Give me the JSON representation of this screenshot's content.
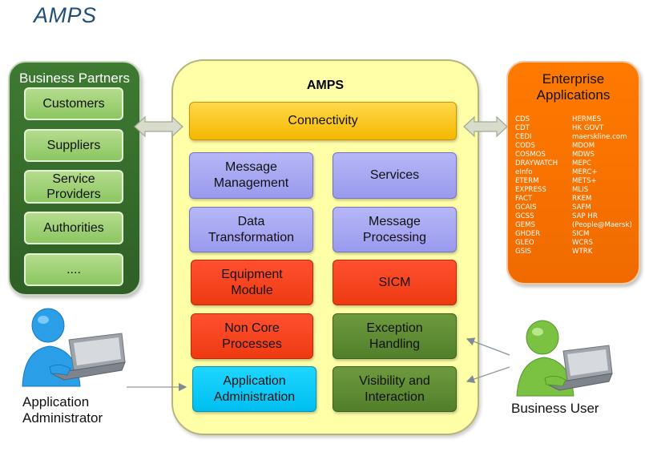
{
  "title": "AMPS",
  "business_partners": {
    "title": "Business Partners",
    "items": [
      "Customers",
      "Suppliers",
      "Service\nProviders",
      "Authorities",
      "...."
    ]
  },
  "amps": {
    "title": "AMPS",
    "connectivity": "Connectivity",
    "left_column": [
      "Message\nManagement",
      "Data\nTransformation",
      "Equipment\nModule",
      "Non Core\nProcesses",
      "Application\nAdministration"
    ],
    "right_column": [
      "Services",
      "Message\nProcessing",
      "SICM",
      "Exception\nHandling",
      "Visibility and\nInteraction"
    ]
  },
  "enterprise": {
    "title": "Enterprise\nApplications",
    "col1": [
      "CDS",
      "CDT",
      "CEDI",
      "CODS",
      "COSMOS",
      "DRAYWATCH",
      "eInfo",
      "ETERM",
      "EXPRESS",
      "FACT",
      "GCAIS",
      "GCSS",
      "GEMS",
      "GHDER",
      "GLEO",
      "GSIS"
    ],
    "col2": [
      "HERMES",
      "HK GOVT",
      "maerskline.com",
      "MDOM",
      "MDWS",
      "MEPC",
      "MERC+",
      "METS+",
      "MLIS",
      "RKEM",
      "SAFM",
      "SAP HR",
      "(People@Maersk)",
      "SICM",
      "WCRS",
      "WTRK"
    ]
  },
  "people": {
    "admin": "Application\nAdministrator",
    "user": "Business User"
  },
  "colors": {
    "partners_green": "#3e7a32",
    "partner_box": "#9dd071",
    "amps_bg": "#ffffa8",
    "connectivity": "#ffc400",
    "purple": "#a8a8f2",
    "red": "#f54520",
    "green": "#5f8d34",
    "cyan": "#10cbf8",
    "enterprise_orange": "#ff7500"
  }
}
